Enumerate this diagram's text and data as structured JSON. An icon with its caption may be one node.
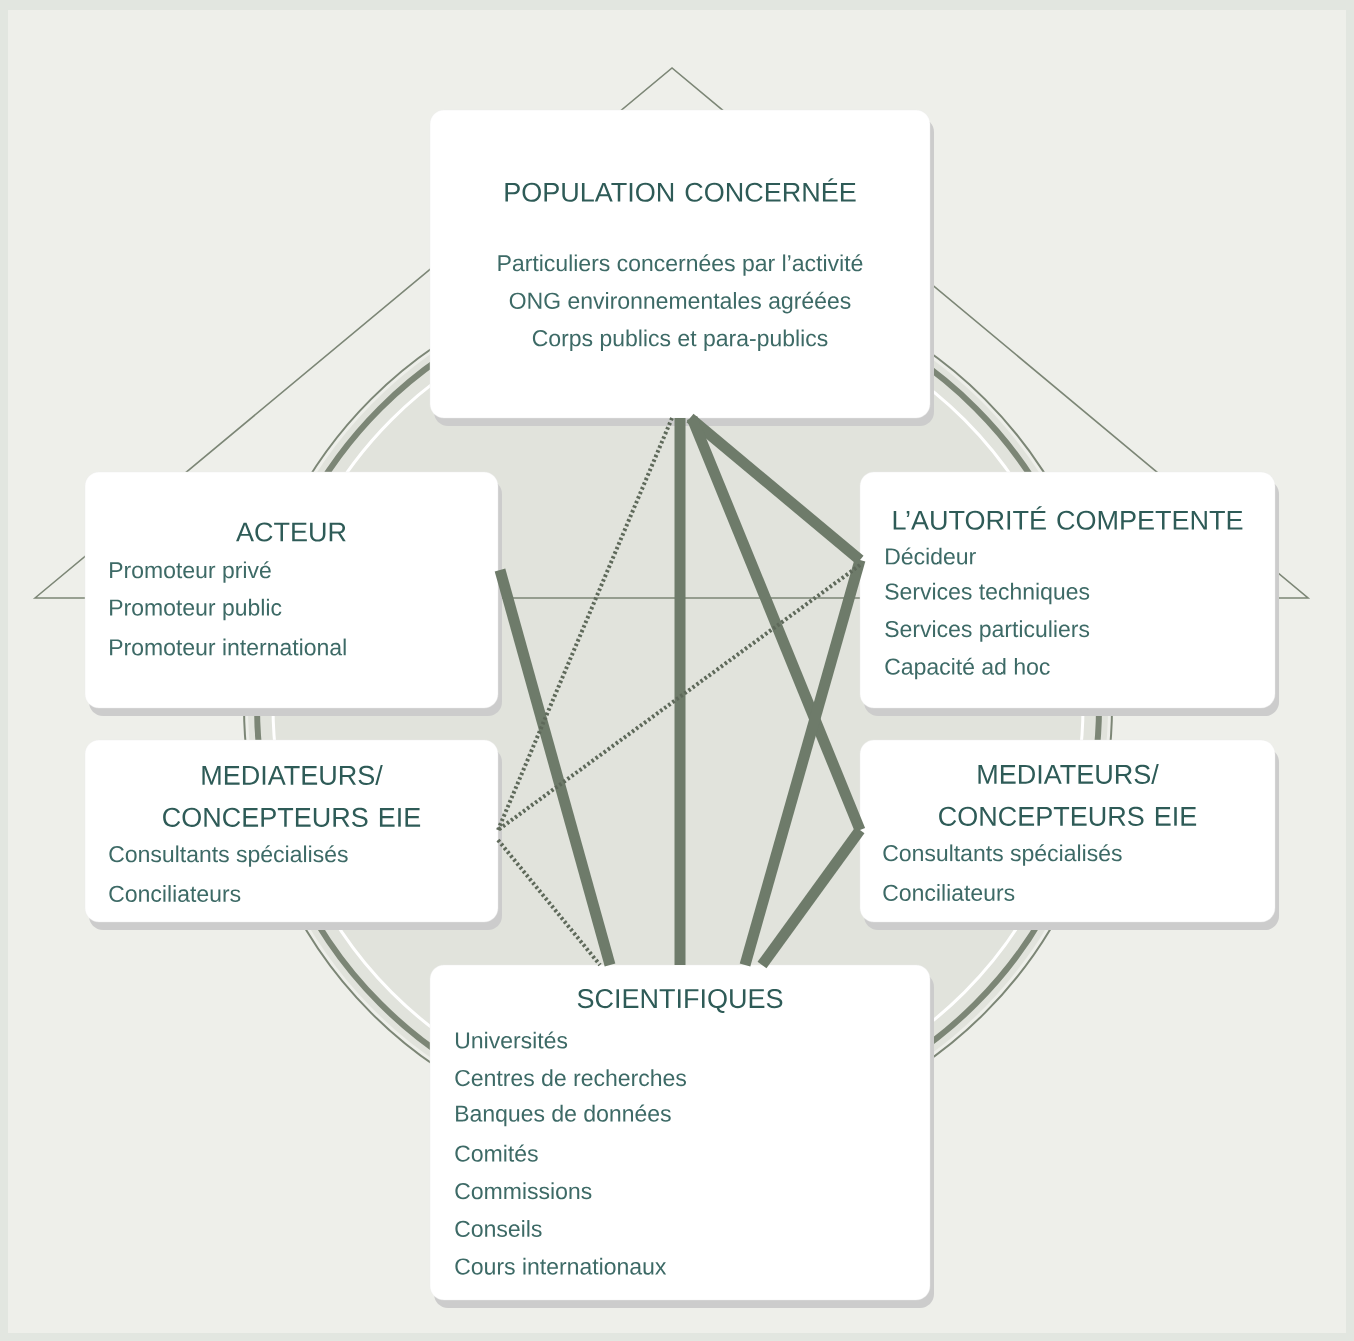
{
  "diagram": {
    "nodes": [
      {
        "text": [
          "POPULATION CONCERNÉE",
          "Particuliers concernées par l’activité",
          "ONG environnementales agréées",
          "Corps publics et para-publics"
        ]
      },
      {
        "text": [
          "ACTEUR",
          "Promoteur privé",
          "Promoteur public",
          "Promoteur international"
        ]
      },
      {
        "text": [
          "L’AUTORITÉ COMPETENTE",
          "Décideur",
          "Services techniques",
          "Services particuliers",
          "Capacité ad hoc"
        ]
      },
      {
        "text": [
          "MEDIATEURS/ CONCEPTEURS EIE",
          "Consultants spécialisés",
          "Conciliateurs"
        ]
      },
      {
        "text": [
          "MEDIATEURS/ CONCEPTEURS EIE",
          "Consultants spécialisés",
          "Conciliateurs"
        ]
      },
      {
        "text": [
          "SCIENTIFIQUES",
          "Universités",
          "Centres de recherches",
          "Banques de données",
          "Comités",
          "Commissions",
          "Conseils",
          "Cours internationaux"
        ]
      }
    ],
    "edges": [
      {
        "from": 0,
        "to": 5,
        "arrow": "none"
      },
      {
        "from": 0,
        "to": 2,
        "arrow": "none"
      },
      {
        "from": 0,
        "to": 4,
        "arrow": "none"
      },
      {
        "from": 1,
        "to": 5,
        "arrow": "none"
      },
      {
        "from": 2,
        "to": 5,
        "arrow": "none"
      },
      {
        "from": 4,
        "to": 5,
        "arrow": "none"
      },
      {
        "from": 0,
        "to": 3,
        "arrow": "none",
        "style": "dashed"
      },
      {
        "from": 2,
        "to": 3,
        "arrow": "none",
        "style": "dashed"
      },
      {
        "from": 3,
        "to": 5,
        "arrow": "none",
        "style": "dashed"
      }
    ]
  }
}
